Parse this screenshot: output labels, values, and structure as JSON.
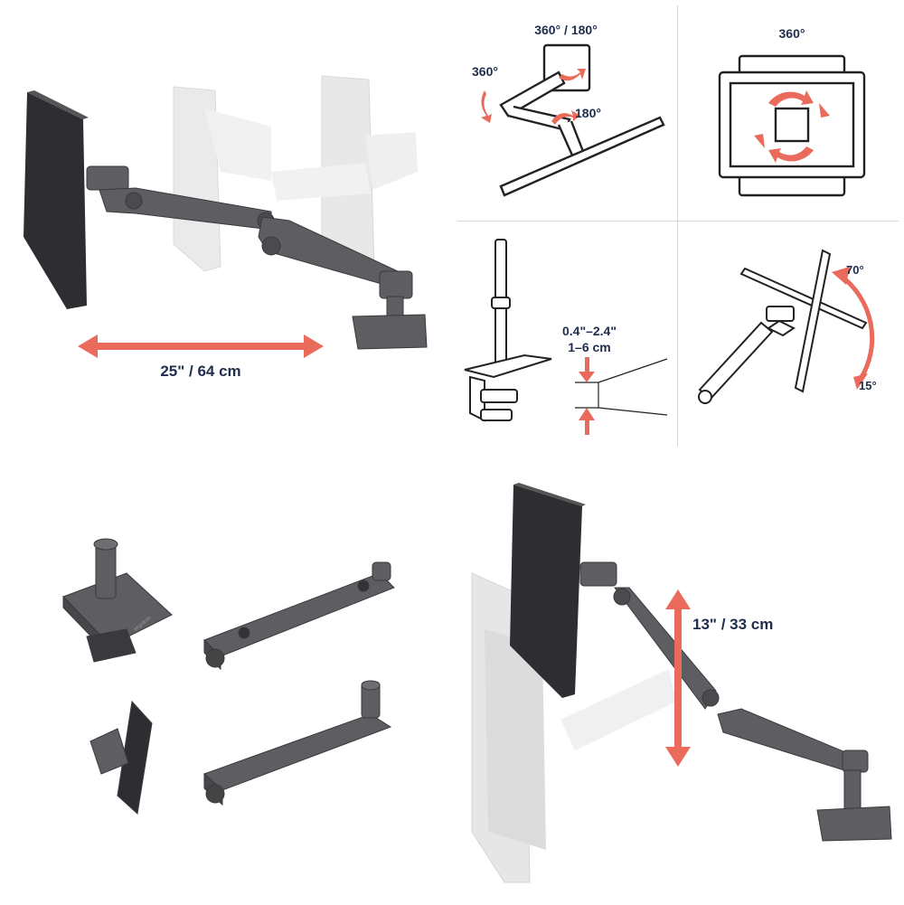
{
  "colors": {
    "accent": "#ea6a5c",
    "arm": "#5d5d62",
    "arm_dark": "#3a3a3e",
    "ghost": "#e4e4e4",
    "text": "#1f2d4d",
    "line": "#222222"
  },
  "reach": {
    "label": "25\" / 64 cm"
  },
  "rotation": {
    "label_top": "360° / 180°",
    "label_left": "360°",
    "label_right": "180°"
  },
  "portrait": {
    "label": "360°"
  },
  "clamp": {
    "range_in": "0.4\"–2.4\"",
    "range_cm": "1–6 cm"
  },
  "tilt": {
    "up": "70°",
    "down": "15°"
  },
  "height": {
    "label": "13\" / 33 cm"
  },
  "parts": {
    "brand": "ergotron"
  }
}
